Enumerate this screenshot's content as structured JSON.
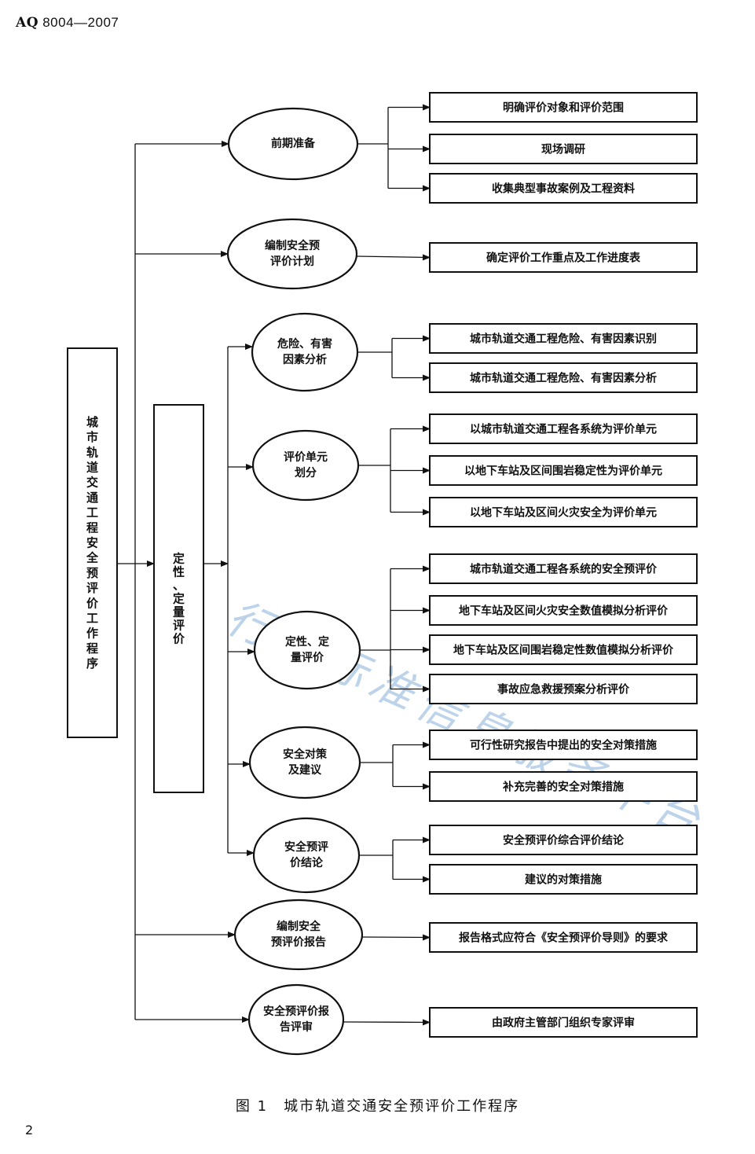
{
  "header": {
    "code_prefix": "AQ",
    "code_rest": " 8004—2007"
  },
  "page_number": "2",
  "caption": "图 1　城市轨道交通安全预评价工作程序",
  "diagram": {
    "root": "城市轨道交通工程安全预评价工作程序",
    "sub_stage": "定性、定量评价",
    "stages": [
      {
        "id": "prep",
        "lines": [
          "前期准备"
        ],
        "results": [
          "明确评价对象和评价范围",
          "现场调研",
          "收集典型事故案例及工程资料"
        ]
      },
      {
        "id": "plan",
        "lines": [
          "编制安全预",
          "评价计划"
        ],
        "results": [
          "确定评价工作重点及工作进度表"
        ]
      },
      {
        "id": "hazard",
        "lines": [
          "危险、有害",
          "因素分析"
        ],
        "results": [
          "城市轨道交通工程危险、有害因素识别",
          "城市轨道交通工程危险、有害因素分析"
        ]
      },
      {
        "id": "unit",
        "lines": [
          "评价单元",
          "划分"
        ],
        "results": [
          "以城市轨道交通工程各系统为评价单元",
          "以地下车站及区间围岩稳定性为评价单元",
          "以地下车站及区间火灾安全为评价单元"
        ]
      },
      {
        "id": "quant",
        "lines": [
          "定性、定",
          "量评价"
        ],
        "results": [
          "城市轨道交通工程各系统的安全预评价",
          "地下车站及区间火灾安全数值模拟分析评价",
          "地下车站及区间围岩稳定性数值模拟分析评价",
          "事故应急救援预案分析评价"
        ]
      },
      {
        "id": "measures",
        "lines": [
          "安全对策",
          "及建议"
        ],
        "results": [
          "可行性研究报告中提出的安全对策措施",
          "补充完善的安全对策措施"
        ]
      },
      {
        "id": "conclusion",
        "lines": [
          "安全预评",
          "价结论"
        ],
        "results": [
          "安全预评价综合评价结论",
          "建议的对策措施"
        ]
      },
      {
        "id": "report",
        "lines": [
          "编制安全",
          "预评价报告"
        ],
        "results": [
          "报告格式应符合《安全预评价导则》的要求"
        ]
      },
      {
        "id": "review",
        "lines": [
          "安全预评价报",
          "告评审"
        ],
        "results": [
          "由政府主管部门组织专家评审"
        ]
      }
    ]
  },
  "watermark": "行业标准信息服务平台",
  "colors": {
    "line": "#111111",
    "watermark": "#bcd3ea"
  }
}
